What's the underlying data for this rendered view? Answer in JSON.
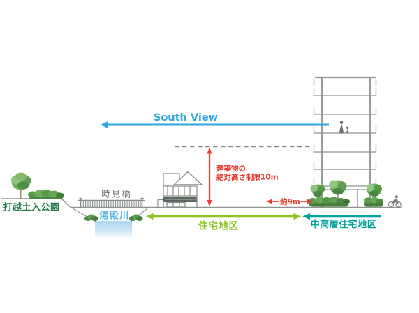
{
  "colors": {
    "view_blue": "#2ea7e0",
    "limit_red": "#e83a2e",
    "residential_green": "#8dc21f",
    "midrise_teal": "#00a39a",
    "park_green": "#26784a",
    "river_blue": "#58b5e6",
    "bridge_gray": "#757575",
    "sketch_gray": "#8a8f8a"
  },
  "annotations": {
    "south_view": {
      "label": "South View",
      "direction": "left"
    },
    "height_limit": {
      "line1": "建築物の",
      "line2": "絶対高さ制限10m"
    },
    "setback": {
      "label": "約9m"
    },
    "zone_residential": {
      "label": "住宅地区"
    },
    "zone_midrise": {
      "label": "中高層住宅地区"
    }
  },
  "landmarks": {
    "park": {
      "label": "打越土入公園"
    },
    "bridge": {
      "label": "時見橋"
    },
    "river": {
      "label": "湯殿川"
    }
  }
}
